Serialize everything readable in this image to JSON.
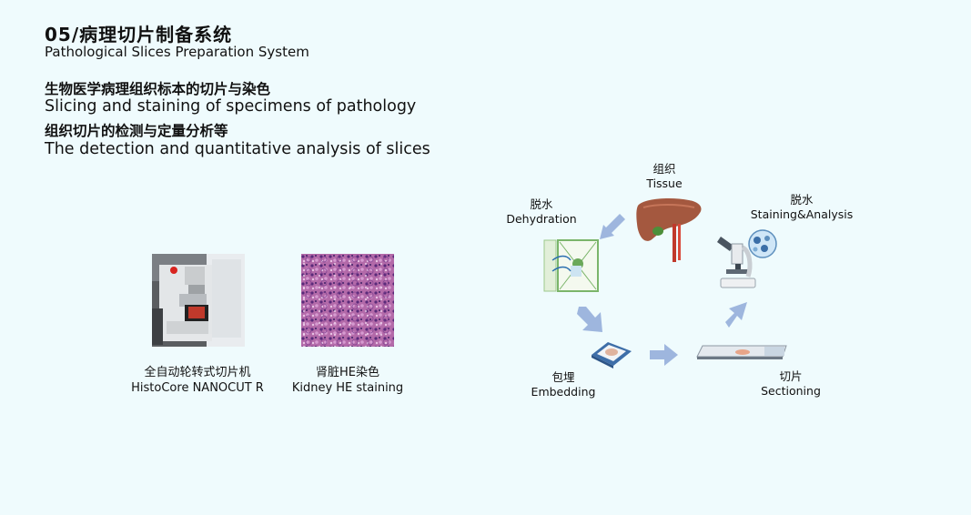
{
  "header": {
    "title": "05/病理切片制备系统",
    "subtitle": "Pathological Slices Preparation System"
  },
  "description": {
    "line1_cn": "生物医学病理组织标本的切片与染色",
    "line1_en": "Slicing and staining of specimens of  pathology",
    "line2_cn": "组织切片的检测与定量分析等",
    "line2_en": "The detection and quantitative analysis of slices"
  },
  "gallery": [
    {
      "caption_cn": "全自动轮转式切片机",
      "caption_en": "HistoCore NANOCUT R",
      "icon": "microtome-photo"
    },
    {
      "caption_cn": "肾脏HE染色",
      "caption_en": "Kidney HE staining",
      "icon": "kidney-he-stain-photo"
    }
  ],
  "workflow": {
    "steps": [
      {
        "cn": "组织",
        "en": "Tissue",
        "icon": "liver-icon"
      },
      {
        "cn": "脱水",
        "en": "Dehydration",
        "icon": "cell-dehydration-icon"
      },
      {
        "cn": "包埋",
        "en": "Embedding",
        "icon": "embedding-cassette-icon"
      },
      {
        "cn": "切片",
        "en": "Sectioning",
        "icon": "glass-slide-icon"
      },
      {
        "cn": "脱水",
        "en": "Staining&Analysis",
        "icon": "microscope-icon"
      }
    ],
    "arrow_color": "#9eb6de"
  }
}
